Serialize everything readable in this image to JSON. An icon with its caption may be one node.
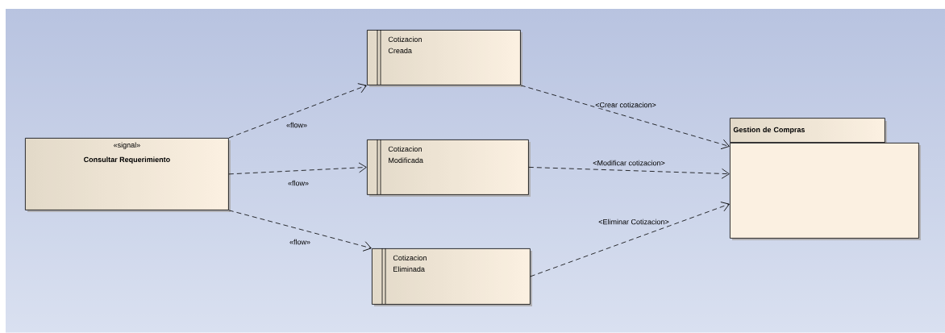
{
  "diagram": {
    "nodes": [
      {
        "text": [
          "«signal»",
          "Consultar Requerimiento"
        ]
      },
      {
        "text": [
          "Cotizacion Creada"
        ]
      },
      {
        "text": [
          "Cotizacion Modificada"
        ]
      },
      {
        "text": [
          "Cotizacion Eliminada"
        ]
      },
      {
        "text": [
          "Gestion de Compras"
        ]
      }
    ],
    "edges": [
      {
        "from": 0,
        "to": 1,
        "arrow": "to",
        "style": "dashed",
        "label": "«flow»"
      },
      {
        "from": 0,
        "to": 2,
        "arrow": "to",
        "style": "dashed",
        "label": "«flow»"
      },
      {
        "from": 0,
        "to": 3,
        "arrow": "to",
        "style": "dashed",
        "label": "«flow»"
      },
      {
        "from": 1,
        "to": 4,
        "arrow": "to",
        "style": "dashed",
        "label": "<Crear cotizacion>"
      },
      {
        "from": 2,
        "to": 4,
        "arrow": "to",
        "style": "dashed",
        "label": "<Modificar cotizacion>"
      },
      {
        "from": 3,
        "to": 4,
        "arrow": "to",
        "style": "dashed",
        "label": "<Eliminar Cotizacion>"
      }
    ]
  }
}
